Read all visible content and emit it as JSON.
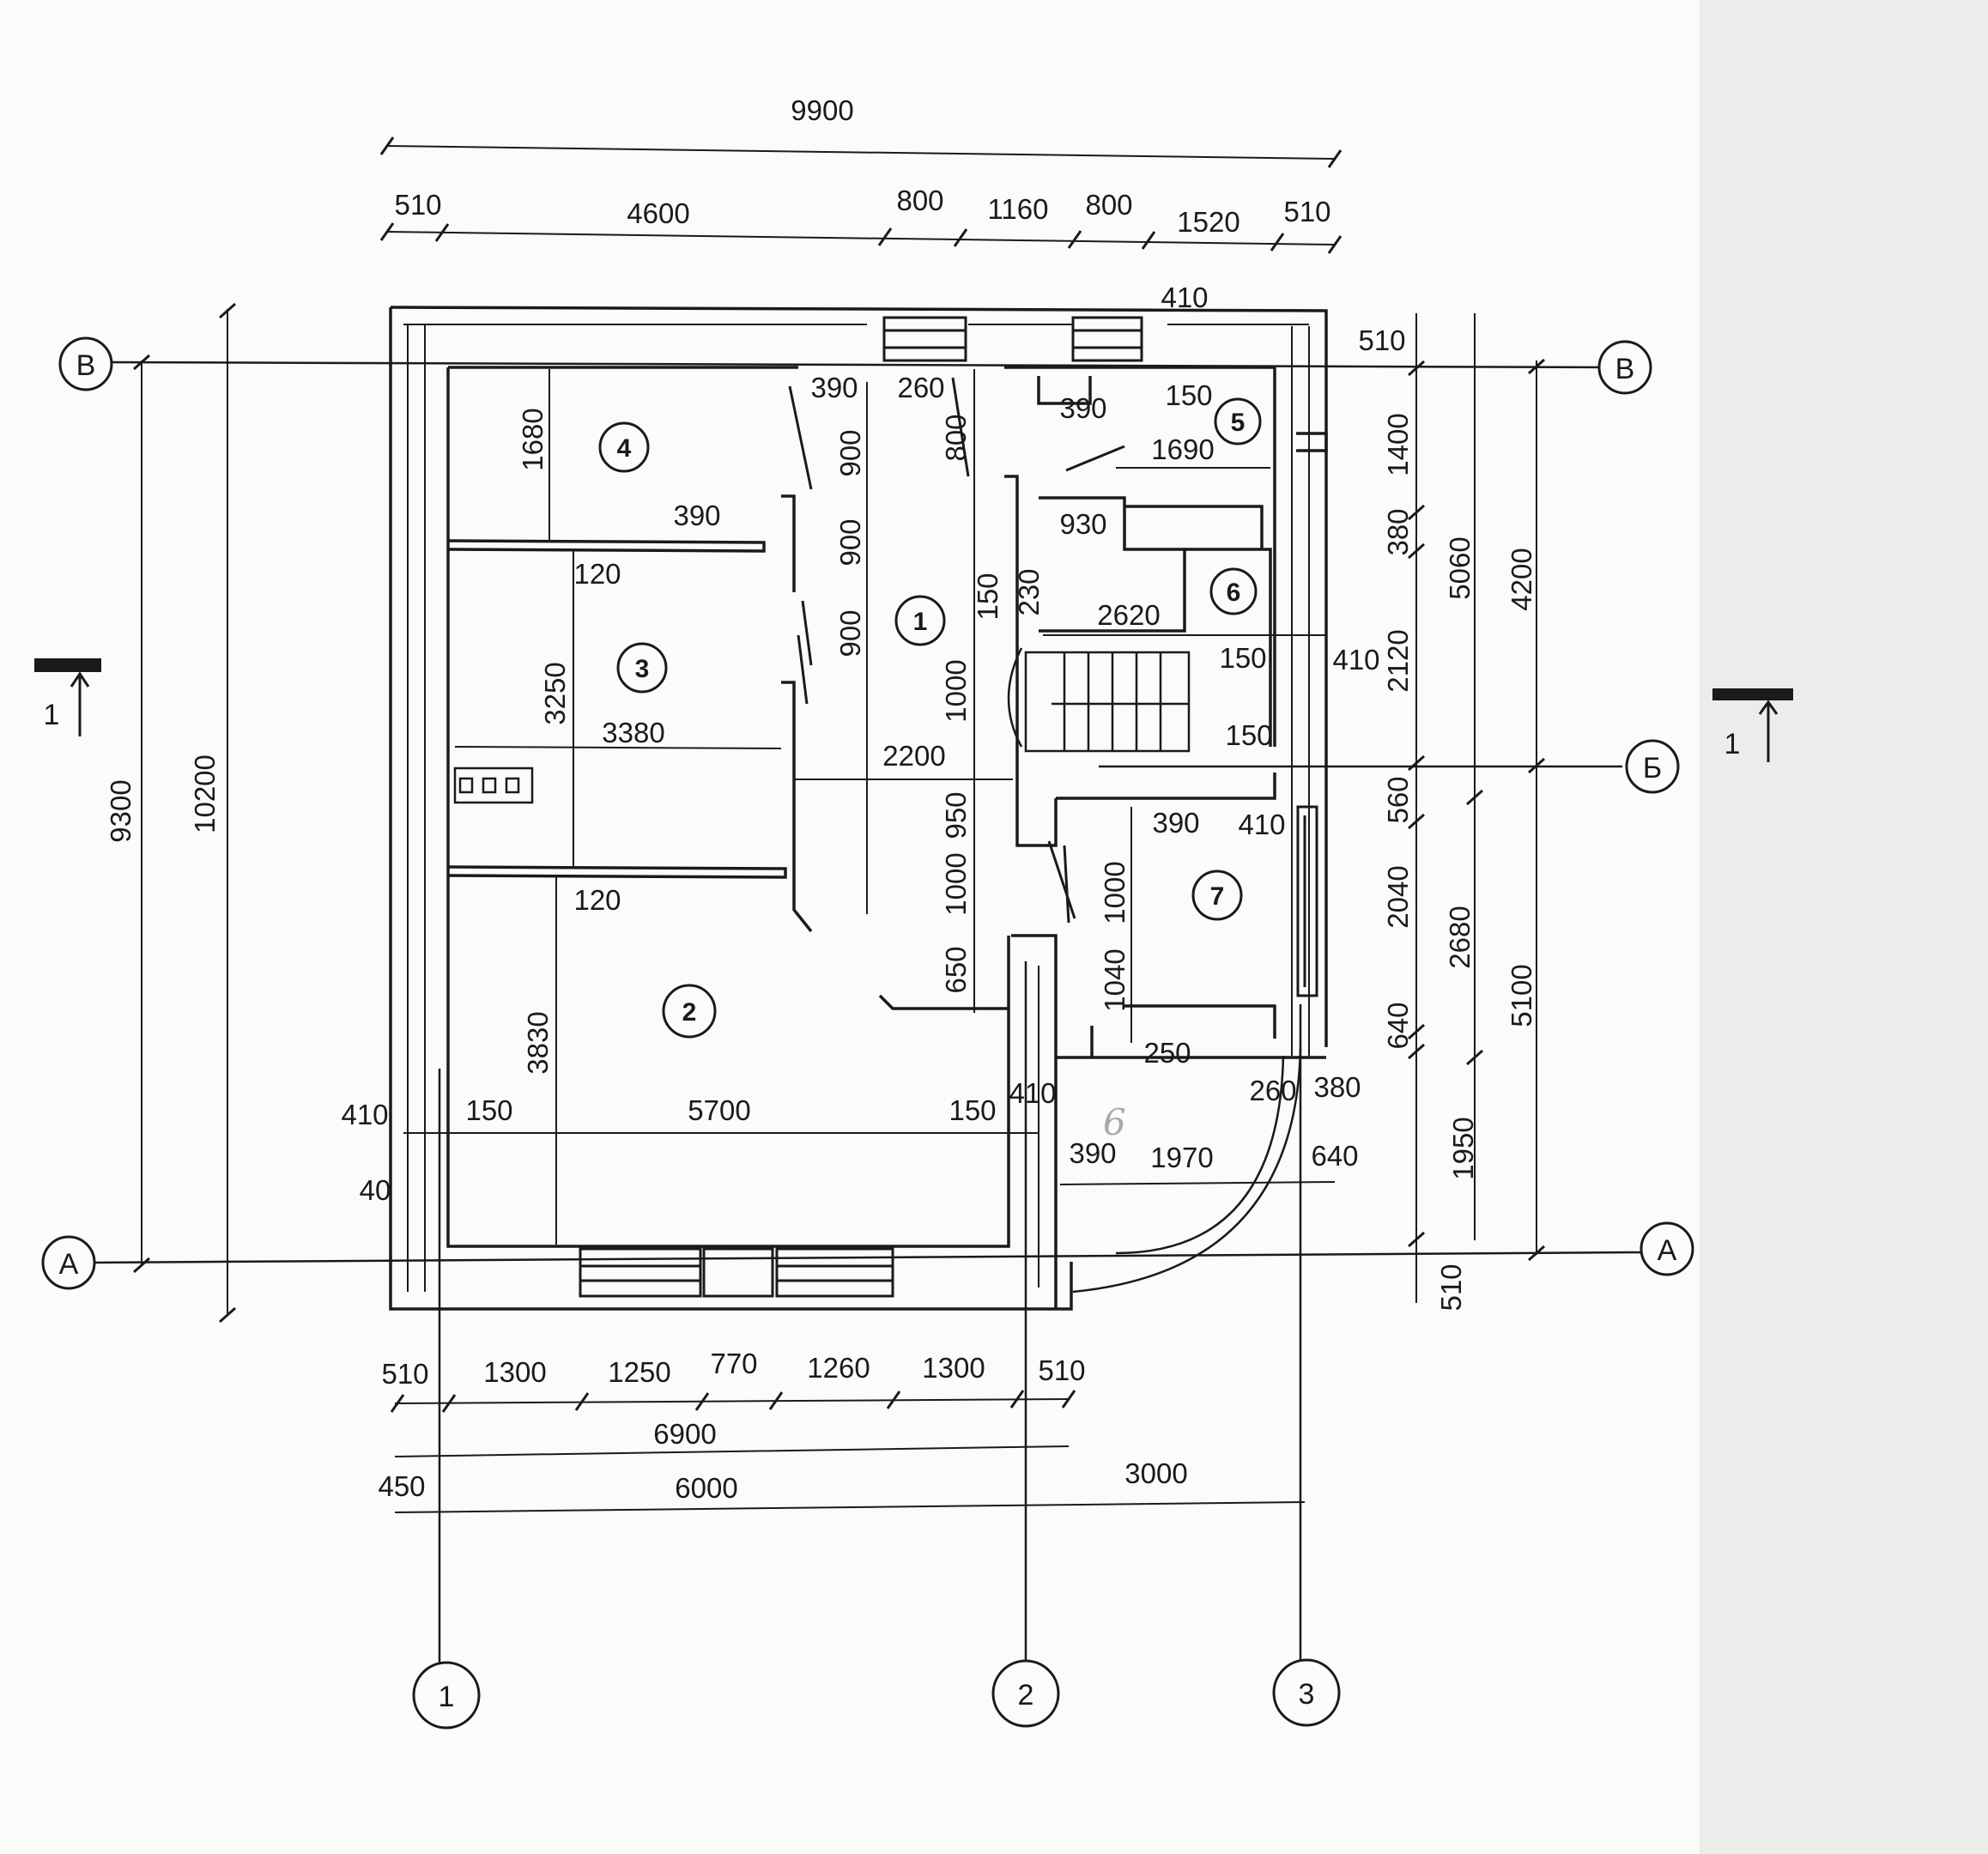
{
  "axes": {
    "rows": [
      "В",
      "Б",
      "А"
    ],
    "cols": [
      "1",
      "2",
      "3"
    ]
  },
  "section": "1",
  "rooms": [
    "1",
    "2",
    "3",
    "4",
    "5",
    "6",
    "7"
  ],
  "dims": {
    "top_total": "9900",
    "top": [
      "510",
      "4600",
      "800",
      "1160",
      "800",
      "1520",
      "510"
    ],
    "bot1": [
      "510",
      "1300",
      "1250",
      "770",
      "1260",
      "1300",
      "510"
    ],
    "bot_total": "6900",
    "bot2": [
      "450",
      "6000",
      "3000"
    ],
    "left": [
      "9300",
      "10200"
    ],
    "right1": [
      "510",
      "1400",
      "380",
      "2120",
      "560",
      "2040",
      "640",
      "1950",
      "510"
    ],
    "right2": [
      "5060",
      "2680",
      "4200",
      "5100"
    ],
    "inner": {
      "r4_height": "1680",
      "r4_door": "390",
      "wall_120a": "120",
      "r3_height": "3250",
      "r3_width": "3380",
      "wall_120b": "120",
      "r2_height": "3830",
      "r2_width": "5700",
      "r2_left_410": "410",
      "r2_left_150": "150",
      "r2_right_150": "150",
      "r2_right_410": "410",
      "small_40": "40",
      "hall_390": "390",
      "hall_260": "260",
      "hall_900a": "900",
      "hall_900b": "900",
      "hall_900c": "900",
      "hall_800": "800",
      "hall_150": "150",
      "hall_1000a": "1000",
      "hall_2200": "2200",
      "hall_950": "950",
      "hall_1000b": "1000",
      "hall_650": "650",
      "stair_230": "230",
      "stair_2620": "2620",
      "stair_930": "930",
      "bath_390": "390",
      "bath_1690": "1690",
      "bath_150": "150",
      "top_410": "410",
      "top_510": "510",
      "wc_150": "150",
      "wc_410": "410",
      "stair_150": "150",
      "r7_390": "390",
      "r7_410": "410",
      "r7_1000": "1000",
      "r7_1040": "1040",
      "r7_250": "250",
      "porch_260": "260",
      "porch_380": "380",
      "porch_390": "390",
      "porch_1970": "1970",
      "porch_640": "640"
    }
  },
  "handwritten_mark": "6"
}
